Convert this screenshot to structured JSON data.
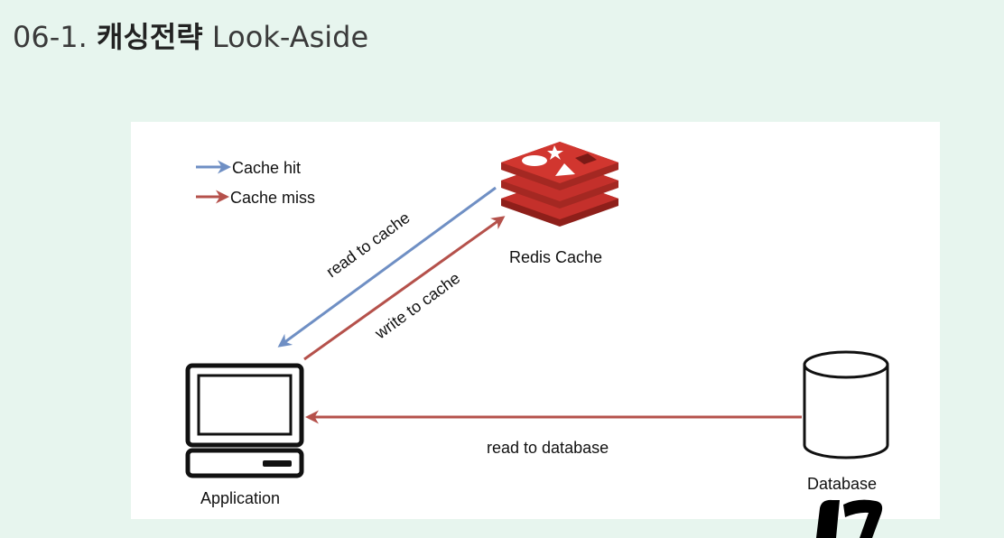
{
  "title": {
    "number": "06-1.",
    "korean": "캐싱전략",
    "subtitle": "Look-Aside"
  },
  "diagram": {
    "legend": {
      "hit": "Cache hit",
      "miss": "Cache miss"
    },
    "nodes": {
      "cache": "Redis Cache",
      "application": "Application",
      "database": "Database"
    },
    "edges": {
      "read_cache": "read to cache",
      "write_cache": "write to cache",
      "read_db": "read to database"
    }
  },
  "colors": {
    "hit": "#6f8fc4",
    "miss": "#b5514b",
    "redis": "#c4302b",
    "background": "#e7f5ee"
  }
}
